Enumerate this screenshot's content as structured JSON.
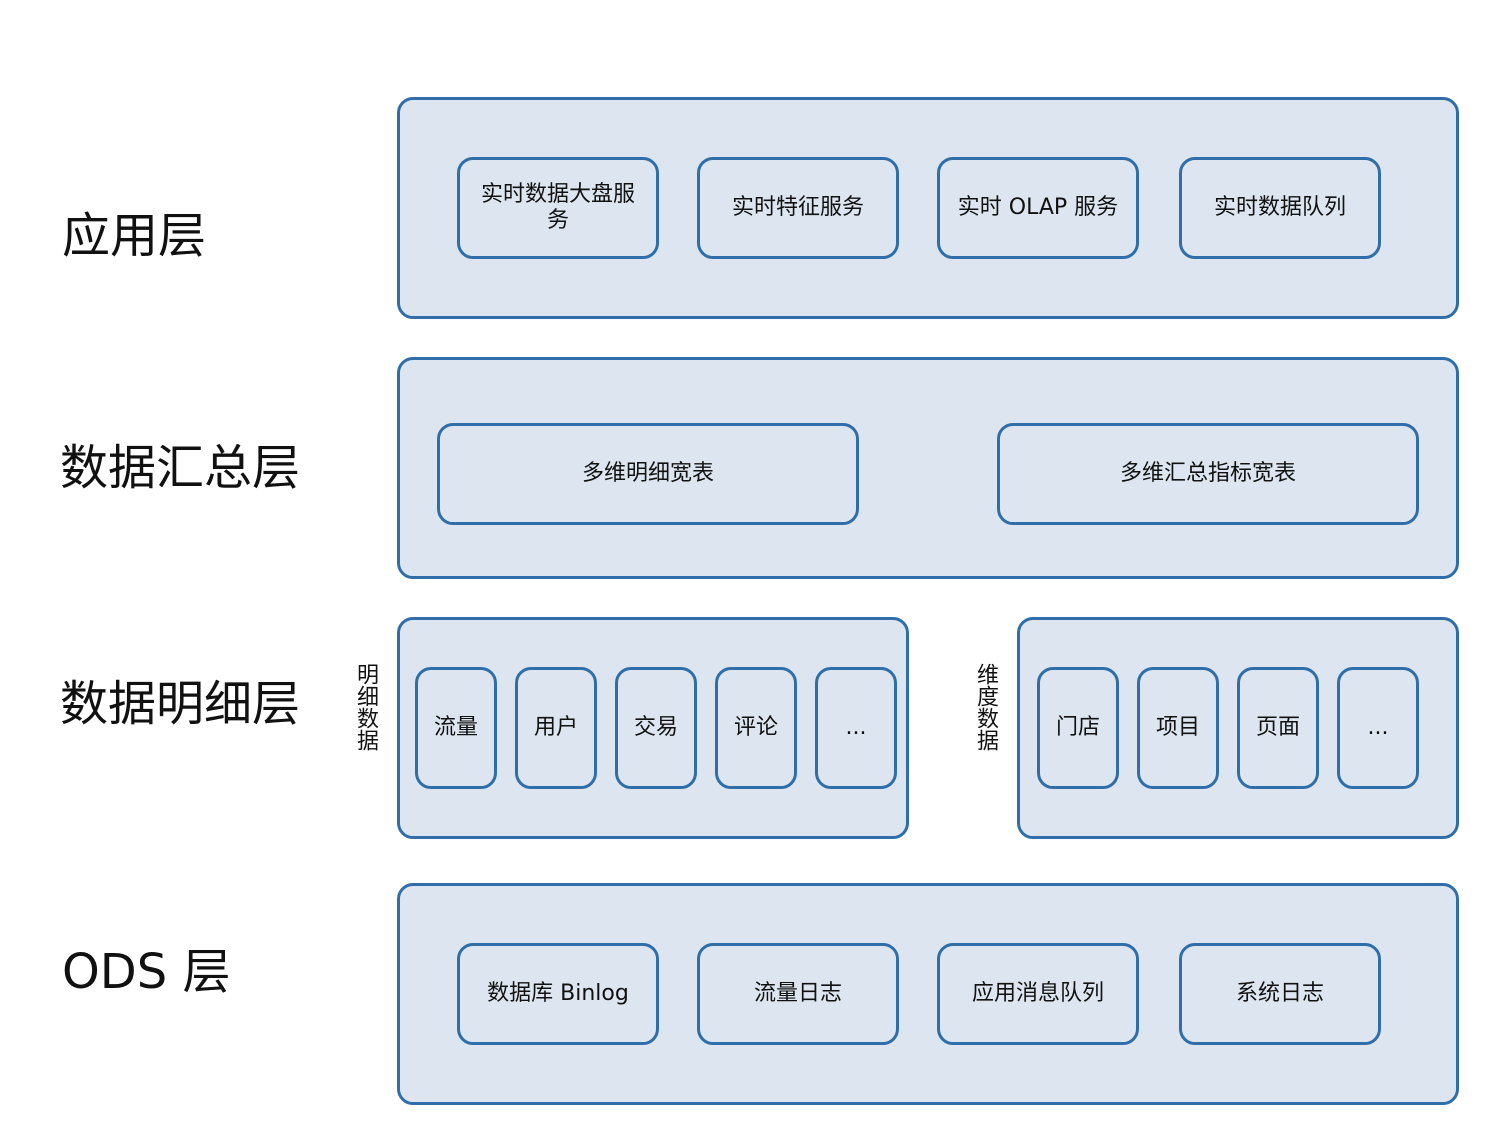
{
  "colors": {
    "panel_fill": "#dde6f0",
    "border": "#2f6ea8",
    "text": "#111111"
  },
  "layers": {
    "application": {
      "label": "应用层",
      "items": [
        "实时数据大盘服务",
        "实时特征服务",
        "实时 OLAP 服务",
        "实时数据队列"
      ]
    },
    "summary": {
      "label": "数据汇总层",
      "items": [
        "多维明细宽表",
        "多维汇总指标宽表"
      ]
    },
    "detail": {
      "label": "数据明细层",
      "detail_group": {
        "label": "明细数据",
        "items": [
          "流量",
          "用户",
          "交易",
          "评论",
          "..."
        ]
      },
      "dimension_group": {
        "label": "维度数据",
        "items": [
          "门店",
          "项目",
          "页面",
          "..."
        ]
      }
    },
    "ods": {
      "label": "ODS 层",
      "items": [
        "数据库 Binlog",
        "流量日志",
        "应用消息队列",
        "系统日志"
      ]
    }
  }
}
